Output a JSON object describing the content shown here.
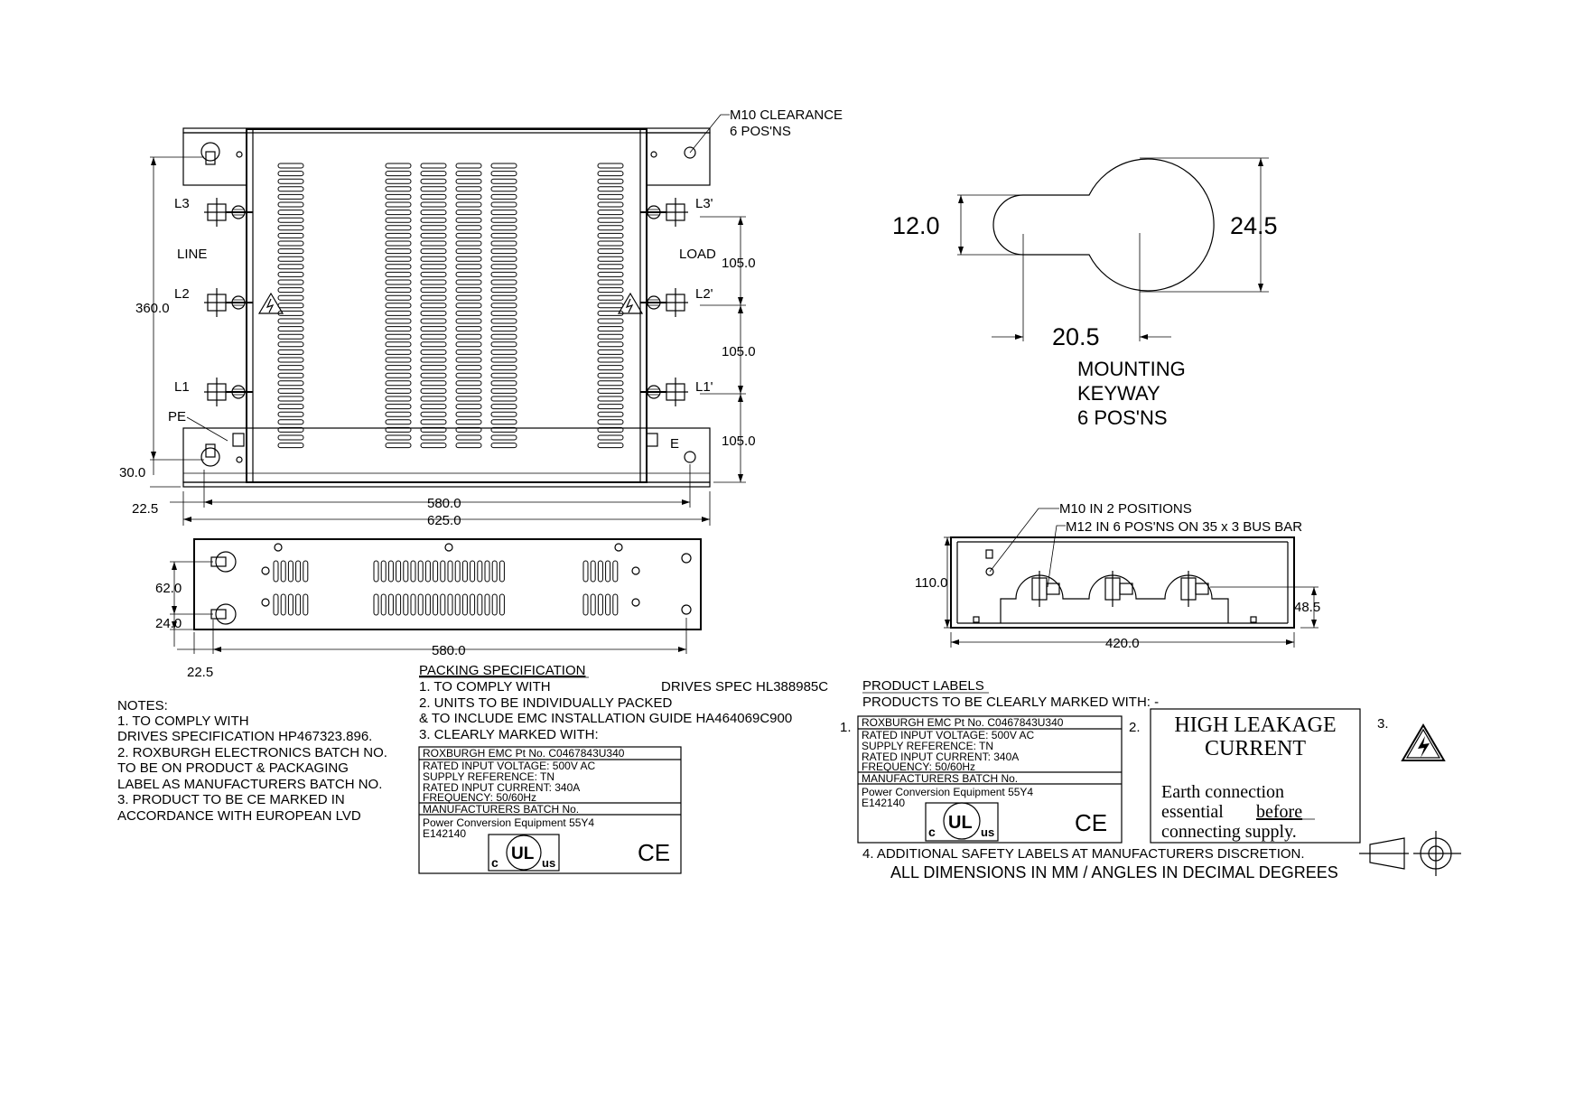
{
  "front_view": {
    "callout_m10": "M10 CLEARANCE",
    "callout_m10_qty": "6 POS'NS",
    "terminals_line": [
      "L3",
      "L2",
      "L1"
    ],
    "terminals_load": [
      "L3'",
      "L2'",
      "L1'"
    ],
    "label_line": "LINE",
    "label_load": "LOAD",
    "label_pe": "PE",
    "label_e": "E",
    "dim_height": "360.0",
    "dim_bottom": "30.0",
    "dim_pitch_1": "105.0",
    "dim_pitch_2": "105.0",
    "dim_pitch_3": "105.0",
    "dim_hole_span": "580.0",
    "dim_width": "625.0",
    "dim_offset": "22.5"
  },
  "bottom_view": {
    "dim_62": "62.0",
    "dim_24": "24.0",
    "dim_580": "580.0",
    "dim_225": "22.5"
  },
  "keyway": {
    "dim_12": "12.0",
    "dim_245": "24.5",
    "dim_205": "20.5",
    "title_lines": [
      "MOUNTING",
      "KEYWAY",
      "6 POS'NS"
    ]
  },
  "side_view": {
    "callout_1": "M10 IN 2 POSITIONS",
    "callout_2": "M12 IN 6 POS'NS ON 35 x 3 BUS BAR",
    "dim_110": "110.0",
    "dim_485": "48.5",
    "dim_420": "420.0"
  },
  "notes": {
    "title": "NOTES:",
    "lines": [
      "1. TO COMPLY WITH",
      "DRIVES SPECIFICATION HP467323.896.",
      "2. ROXBURGH ELECTRONICS BATCH NO.",
      "TO BE ON PRODUCT & PACKAGING",
      "LABEL AS MANUFACTURERS BATCH NO.",
      "3. PRODUCT TO BE CE MARKED IN",
      "ACCORDANCE WITH EUROPEAN LVD"
    ]
  },
  "packing": {
    "title": "PACKING SPECIFICATION",
    "line1_a": "1. TO COMPLY WITH",
    "line1_b": "DRIVES SPEC HL388985C",
    "line2": "2. UNITS TO BE INDIVIDUALLY PACKED",
    "line3": "& TO INCLUDE EMC INSTALLATION GUIDE HA464069C900",
    "line4": "3. CLEARLY MARKED WITH:"
  },
  "product_label": {
    "part_no": "ROXBURGH EMC Pt No. C0467843U340",
    "voltage": "RATED INPUT VOLTAGE: 500V AC",
    "supply": "SUPPLY REFERENCE: TN",
    "current": "RATED INPUT CURRENT: 340A",
    "frequency": "FREQUENCY: 50/60Hz",
    "batch": "MANUFACTURERS BATCH No.",
    "equipment": "Power Conversion Equipment 55Y4",
    "file_no": "E142140",
    "ul_c": "c",
    "ul_mark": "UL",
    "ul_us": "us",
    "ce_mark": "CE"
  },
  "product_labels": {
    "title": "PRODUCT LABELS",
    "subtitle": "PRODUCTS TO BE CLEARLY MARKED WITH: -",
    "num_1": "1.",
    "num_2": "2.",
    "num_3": "3.",
    "warning_title_1": "HIGH LEAKAGE",
    "warning_title_2": "CURRENT",
    "warning_line_1": "Earth connection",
    "warning_line_2a": "essential",
    "warning_line_2b": "before",
    "warning_line_3": "connecting supply.",
    "note_4": "4. ADDITIONAL SAFETY LABELS AT MANUFACTURERS DISCRETION.",
    "dims_note": "ALL DIMENSIONS IN MM / ANGLES IN DECIMAL DEGREES"
  }
}
